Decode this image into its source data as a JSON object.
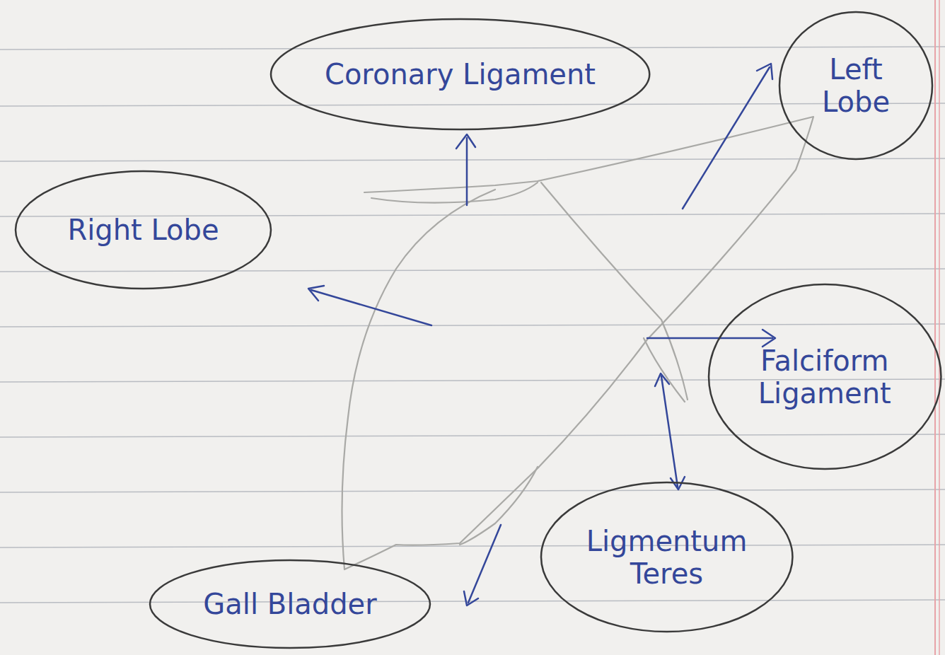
{
  "diagram": {
    "nodes": [
      {
        "text": [
          "Coronary Ligament"
        ]
      },
      {
        "text": [
          "Left Lobe"
        ]
      },
      {
        "text": [
          "Right Lobe"
        ]
      },
      {
        "text": [
          "Falciform Ligament"
        ]
      },
      {
        "text": [
          "Ligmentum Teres"
        ]
      },
      {
        "text": [
          "Gall Bladder"
        ]
      }
    ]
  }
}
